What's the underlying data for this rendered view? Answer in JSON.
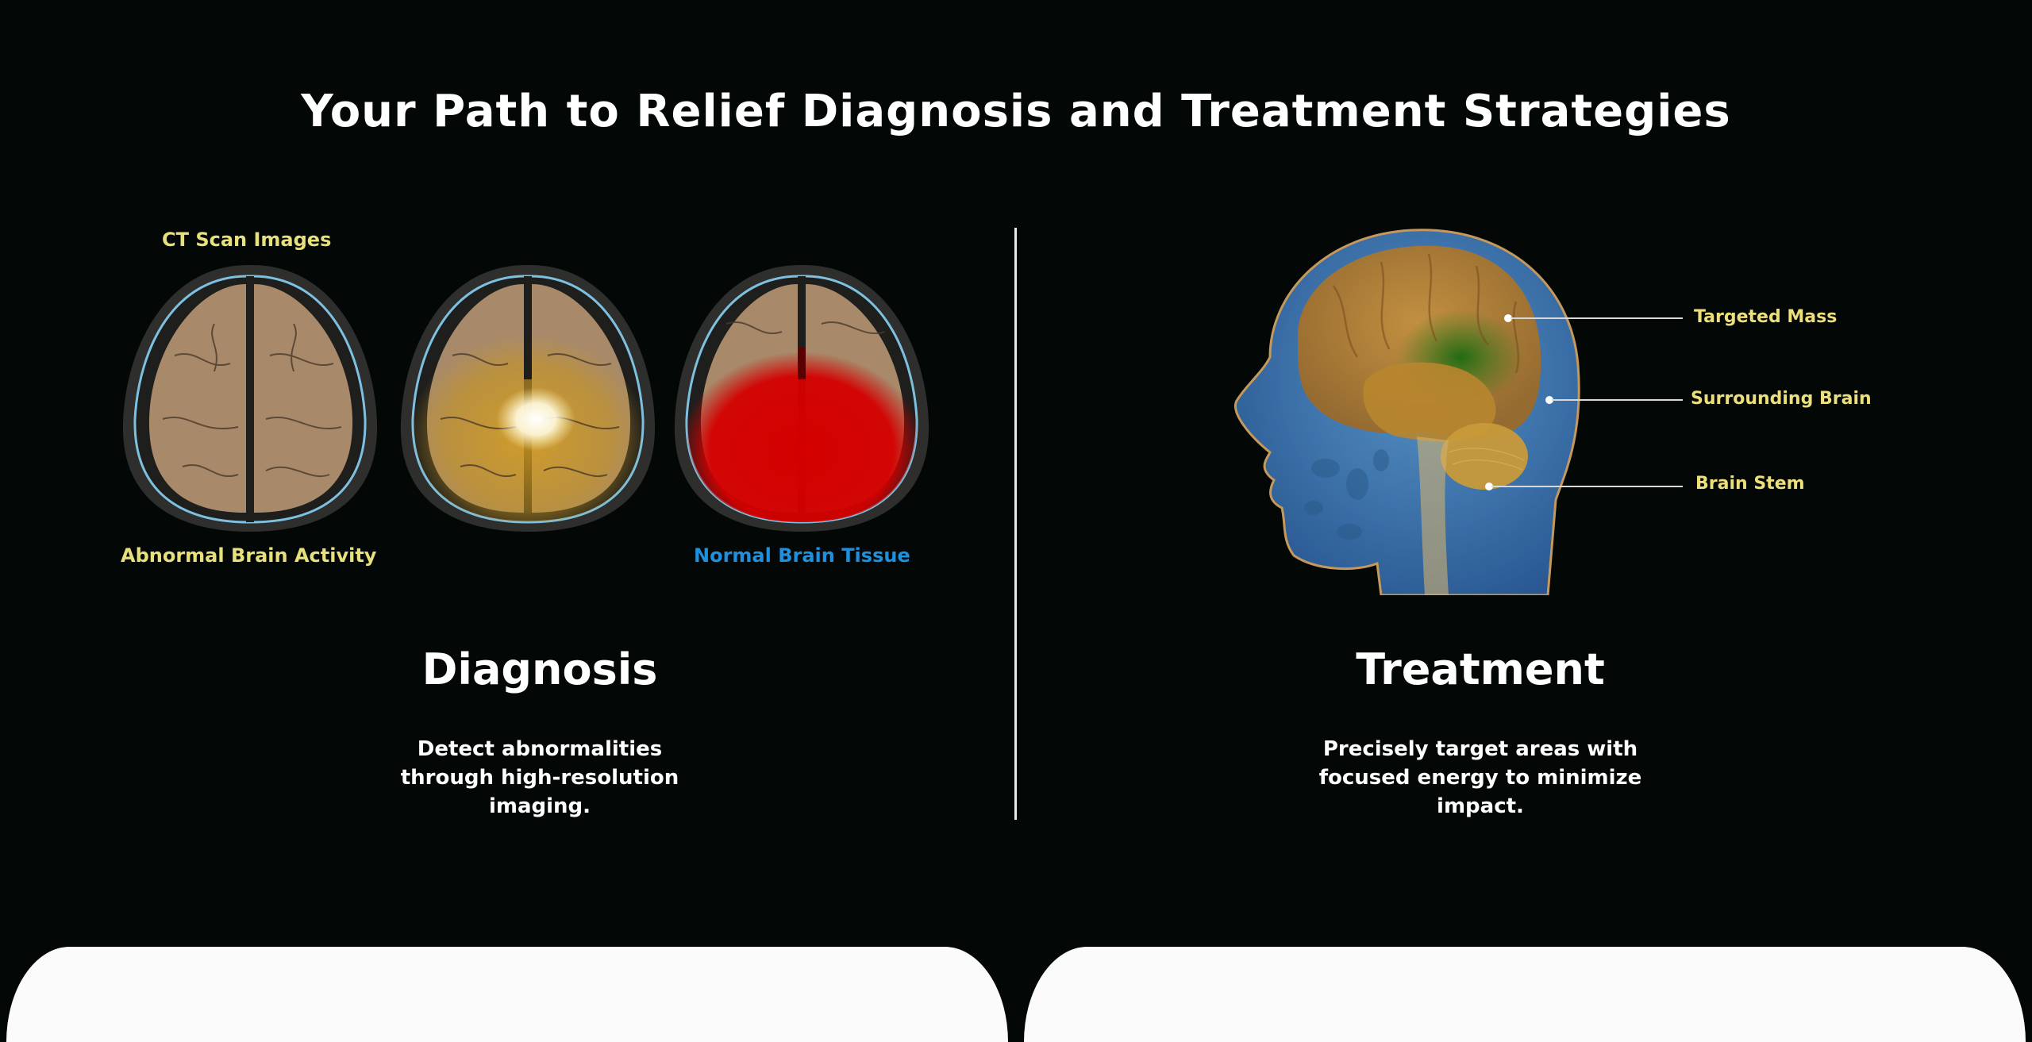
{
  "header": {
    "title": "Your Path to Relief Diagnosis and Treatment Strategies"
  },
  "diagnosis": {
    "images_label": "CT Scan Images",
    "scans": [
      {
        "name": "ct-scan-baseline",
        "overlay": "none",
        "overlay_color": "#000000"
      },
      {
        "name": "ct-scan-abnormal-activity",
        "overlay": "yellow-glow-with-bright-core",
        "overlay_color": "#c8961e"
      },
      {
        "name": "ct-scan-red-highlight",
        "overlay": "red-region",
        "overlay_color": "#d40000"
      }
    ],
    "left_caption": "Abnormal Brain Activity",
    "right_caption": "Normal Brain Tissue",
    "title": "Diagnosis",
    "description_lines": [
      "Detect abnormalities",
      "through high-resolution",
      "imaging."
    ]
  },
  "treatment": {
    "callouts": [
      {
        "label": "Targeted Mass"
      },
      {
        "label": "Surrounding Brain"
      },
      {
        "label": "Brain Stem"
      }
    ],
    "title": "Treatment",
    "description_lines": [
      "Precisely target areas with",
      "focused energy to minimize",
      "impact."
    ]
  },
  "colors": {
    "background": "#030806",
    "caption_yellow": "#e8e07a",
    "caption_blue": "#1e90e0",
    "brain_tissue": "#a88a6a",
    "skull_outline": "#7ec0e0",
    "head_blue": "#3a78b8",
    "brain_orange": "#c8903a",
    "target_green": "#2a7a1a",
    "divider": "#e8ece8",
    "card": "#fbfbfb"
  }
}
